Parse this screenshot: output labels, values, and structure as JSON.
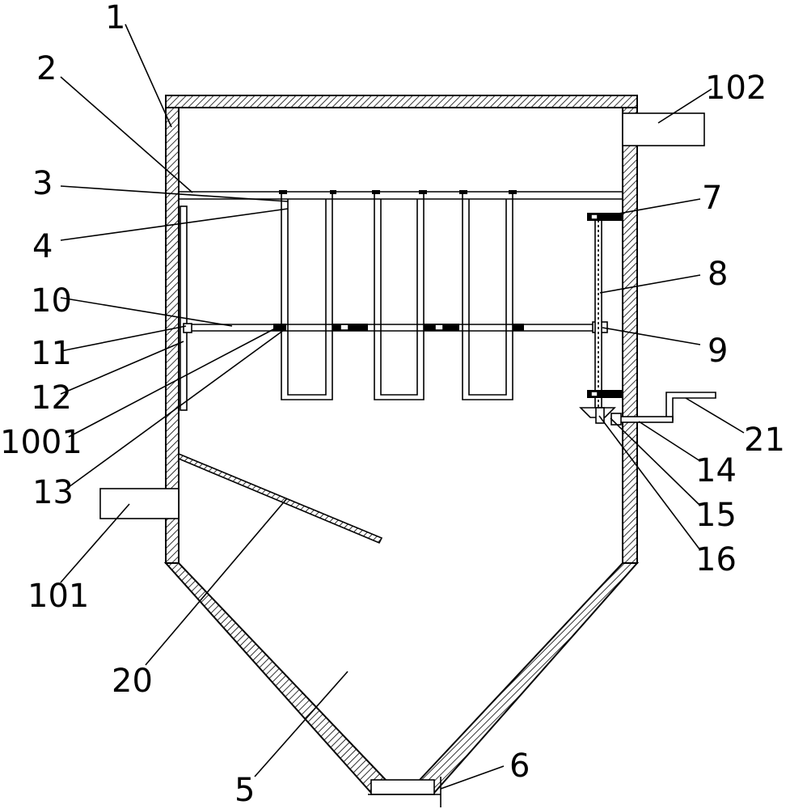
{
  "figure": {
    "labels": {
      "l1": "1",
      "l2": "2",
      "l3": "3",
      "l4": "4",
      "l5": "5",
      "l6": "6",
      "l7": "7",
      "l8": "8",
      "l9": "9",
      "l10": "10",
      "l11": "11",
      "l12": "12",
      "l13": "13",
      "l14": "14",
      "l15": "15",
      "l16": "16",
      "l20": "20",
      "l21": "21",
      "l101": "101",
      "l102": "102",
      "l1001": "1001"
    }
  }
}
